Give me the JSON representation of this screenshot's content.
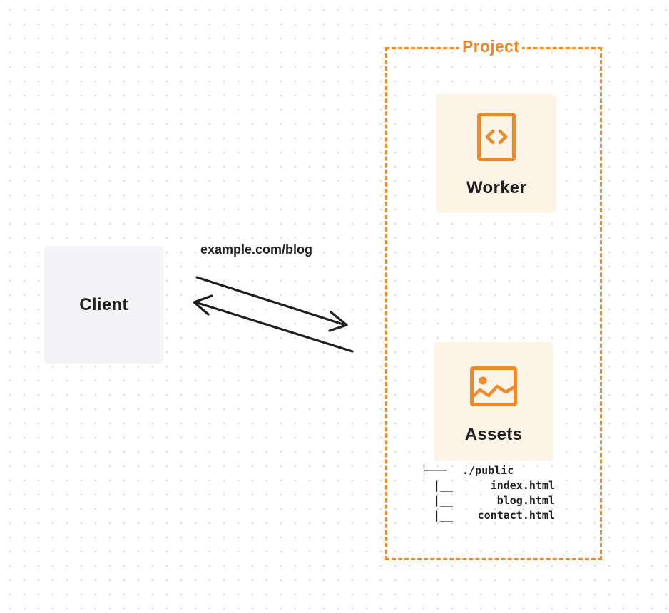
{
  "client": {
    "label": "Client"
  },
  "request": {
    "url": "example.com/blog"
  },
  "project": {
    "label": "Project",
    "worker": {
      "label": "Worker",
      "icon": "code-file-icon"
    },
    "assets": {
      "label": "Assets",
      "icon": "image-icon"
    }
  },
  "file_tree": {
    "root": "./public",
    "files": [
      "index.html",
      "blog.html",
      "contact.html"
    ]
  },
  "colors": {
    "accent": "#f0892a",
    "card_fill": "#fdf3e7",
    "client_fill": "#f4f4f6",
    "text": "#1f1f1f"
  }
}
